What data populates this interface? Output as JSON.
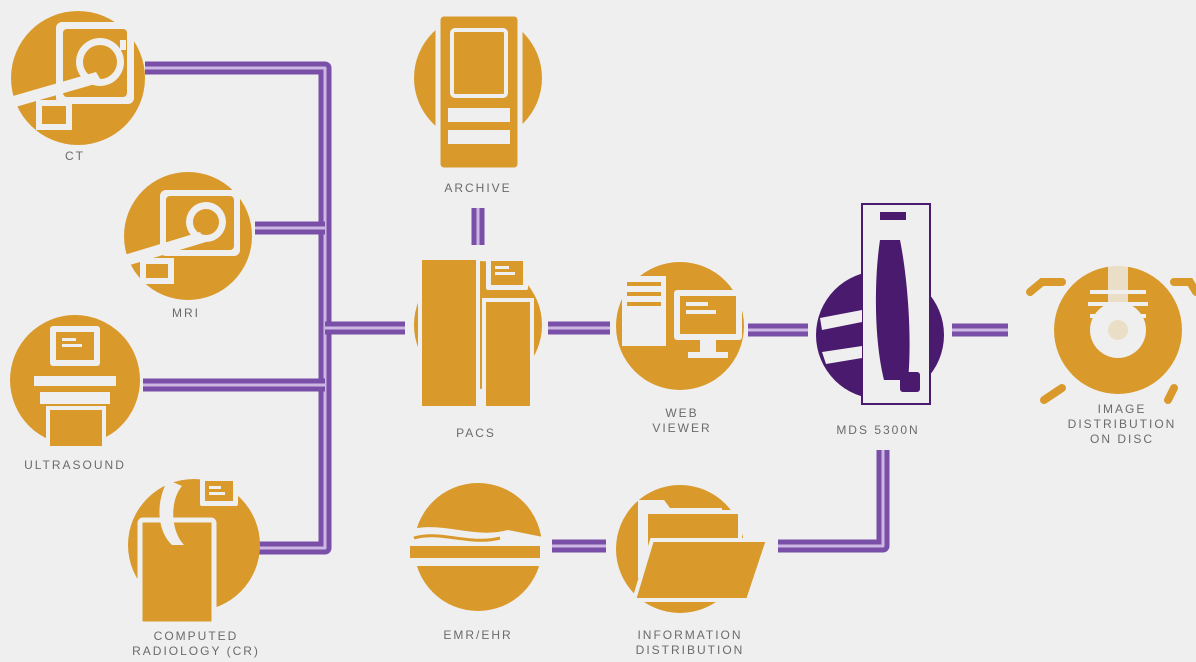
{
  "nodes": {
    "ct": {
      "label": "CT",
      "icon": "ct-scanner-icon"
    },
    "mri": {
      "label": "MRI",
      "icon": "mri-scanner-icon"
    },
    "ultrasound": {
      "label": "ULTRASOUND",
      "icon": "ultrasound-machine-icon"
    },
    "cr": {
      "label_line1": "COMPUTED",
      "label_line2": "RADIOLOGY (CR)",
      "icon": "cr-reader-icon"
    },
    "archive": {
      "label": "ARCHIVE",
      "icon": "archive-server-icon"
    },
    "pacs": {
      "label": "PACS",
      "icon": "pacs-server-icon"
    },
    "web_viewer": {
      "label_line1": "WEB",
      "label_line2": "VIEWER",
      "icon": "computer-icon"
    },
    "mds": {
      "label": "MDS 5300N",
      "icon": "disc-publisher-icon"
    },
    "disc": {
      "label_line1": "IMAGE",
      "label_line2": "DISTRIBUTION",
      "label_line3": "ON DISC",
      "icon": "xray-disc-icon"
    },
    "emr": {
      "label": "EMR/EHR",
      "icon": "emr-device-icon"
    },
    "info": {
      "label_line1": "INFORMATION",
      "label_line2": "DISTRIBUTION",
      "icon": "folder-icon"
    }
  },
  "colors": {
    "background": "#efefef",
    "icon_fill": "#d99a2b",
    "connector": "#7a4fa8",
    "connector_highlight": "#cdb8e4",
    "accent_purple": "#4a1a6e",
    "label": "#6b6b6b"
  }
}
